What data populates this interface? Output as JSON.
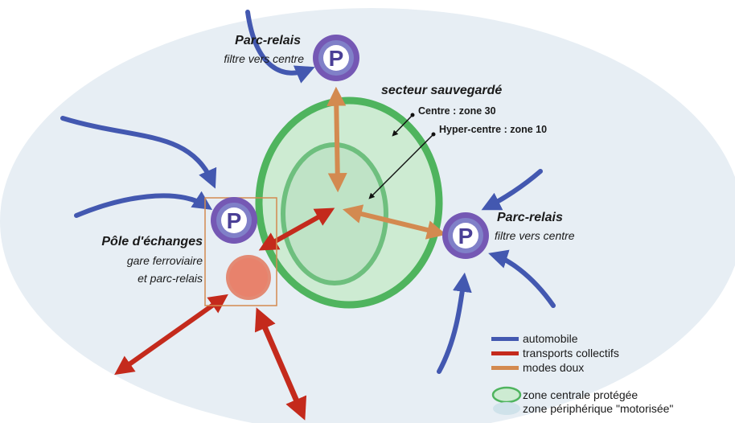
{
  "colors": {
    "periphery": "#e7eef4",
    "center_fill": "#cdebd2",
    "center_ring": "#4fb45e",
    "hyper_fill": "#bfe3c6",
    "hyper_ring": "#6ebf7e",
    "automobile": "#4358b0",
    "transports_collectifs": "#c42a1c",
    "modes_doux": "#d38a50",
    "parking_fill": "#8080c8",
    "parking_ring": "#7558b4",
    "station_fill": "#e8826c"
  },
  "icons": {
    "parking": "parking-sign-icon",
    "station": "station-circle-icon"
  },
  "parking_letter": "P",
  "labels": {
    "parc_relais_top_title": "Parc-relais",
    "parc_relais_top_sub": "filtre vers centre",
    "parc_relais_right_title": "Parc-relais",
    "parc_relais_right_sub": "filtre vers centre",
    "secteur": "secteur sauvegardé",
    "centre_zone": "Centre : zone 30",
    "hyper_zone": "Hyper-centre : zone 10",
    "pole_title": "Pôle d'échanges",
    "pole_sub1": "gare ferroviaire",
    "pole_sub2": "et parc-relais"
  },
  "legend": {
    "automobile": "automobile",
    "transports_collectifs": "transports collectifs",
    "modes_doux": "modes doux",
    "zone_centrale": "zone centrale protégée",
    "zone_peripherique": "zone périphérique \"motorisée\""
  }
}
